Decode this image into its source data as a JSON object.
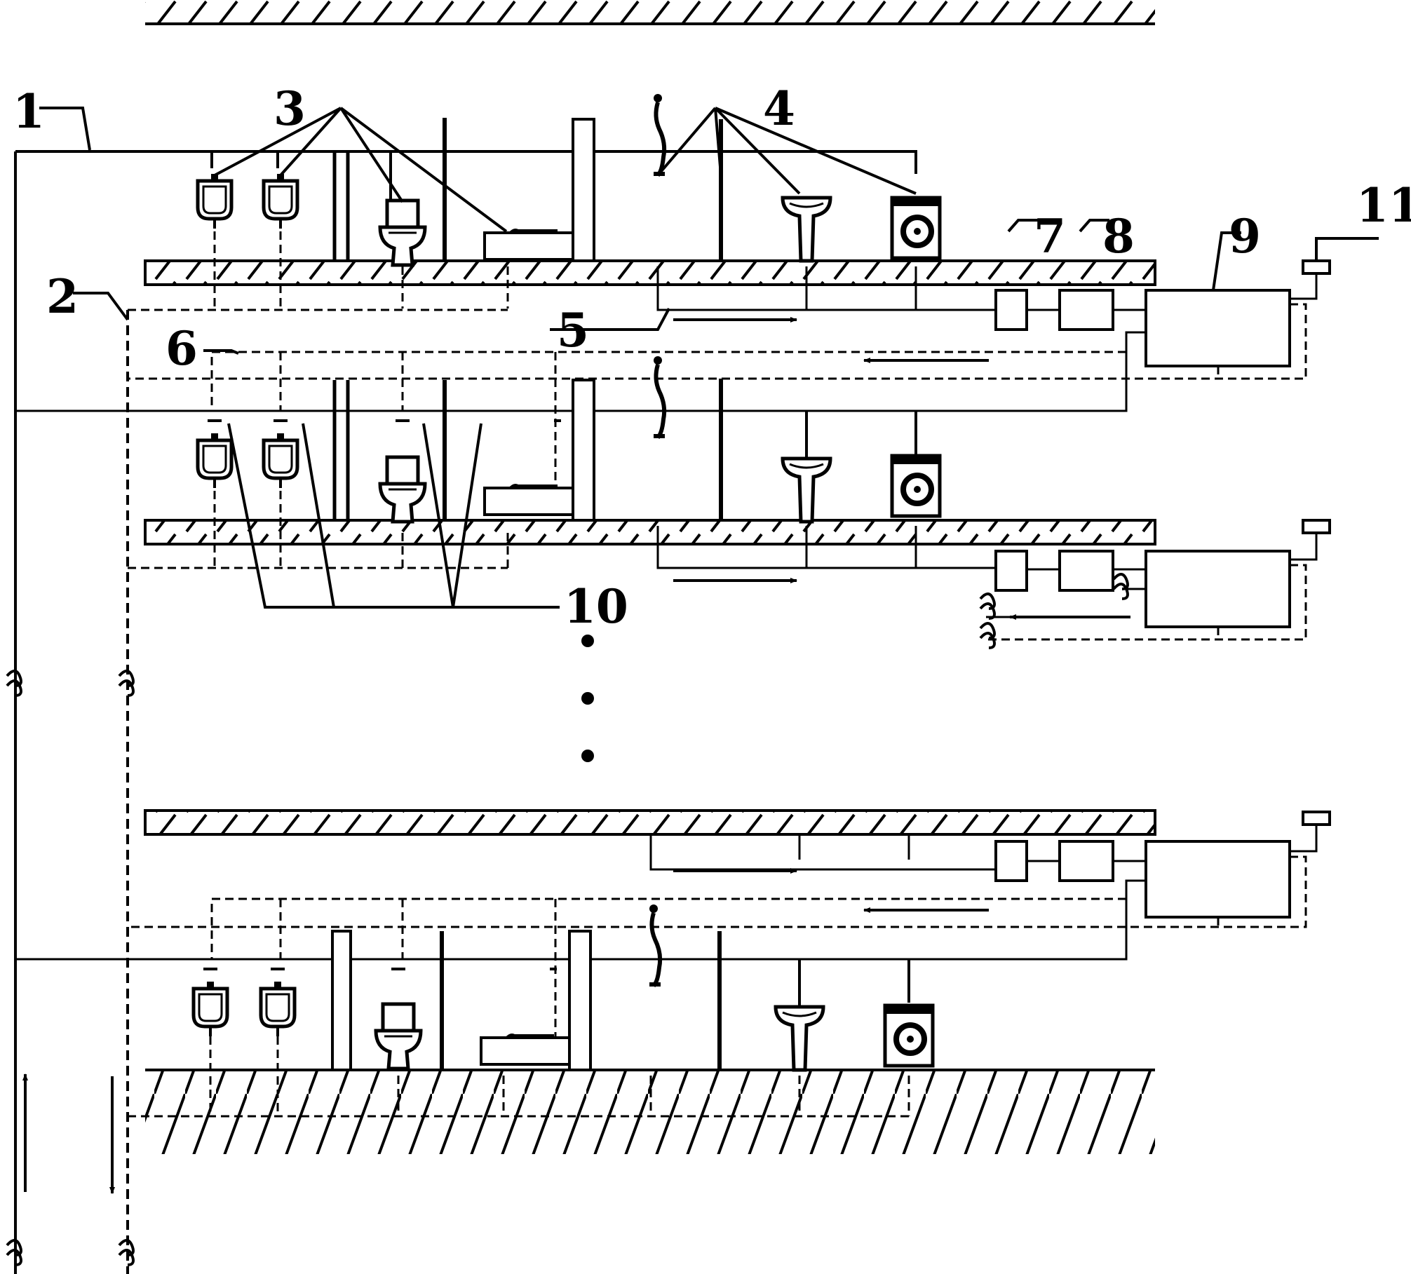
{
  "labels": {
    "l1": "1",
    "l2": "2",
    "l3": "3",
    "l4": "4",
    "l5": "5",
    "l6": "6",
    "l7": "7",
    "l8": "8",
    "l9": "9",
    "l10": "10",
    "l11": "11"
  },
  "colors": {
    "line": "#000000",
    "background": "#ffffff"
  },
  "icons": [
    "urinal-icon",
    "toilet-icon",
    "squat-toilet-icon",
    "shower-head-icon",
    "washbasin-icon",
    "washing-machine-icon",
    "break-mark-icon",
    "flow-arrow-icon"
  ]
}
